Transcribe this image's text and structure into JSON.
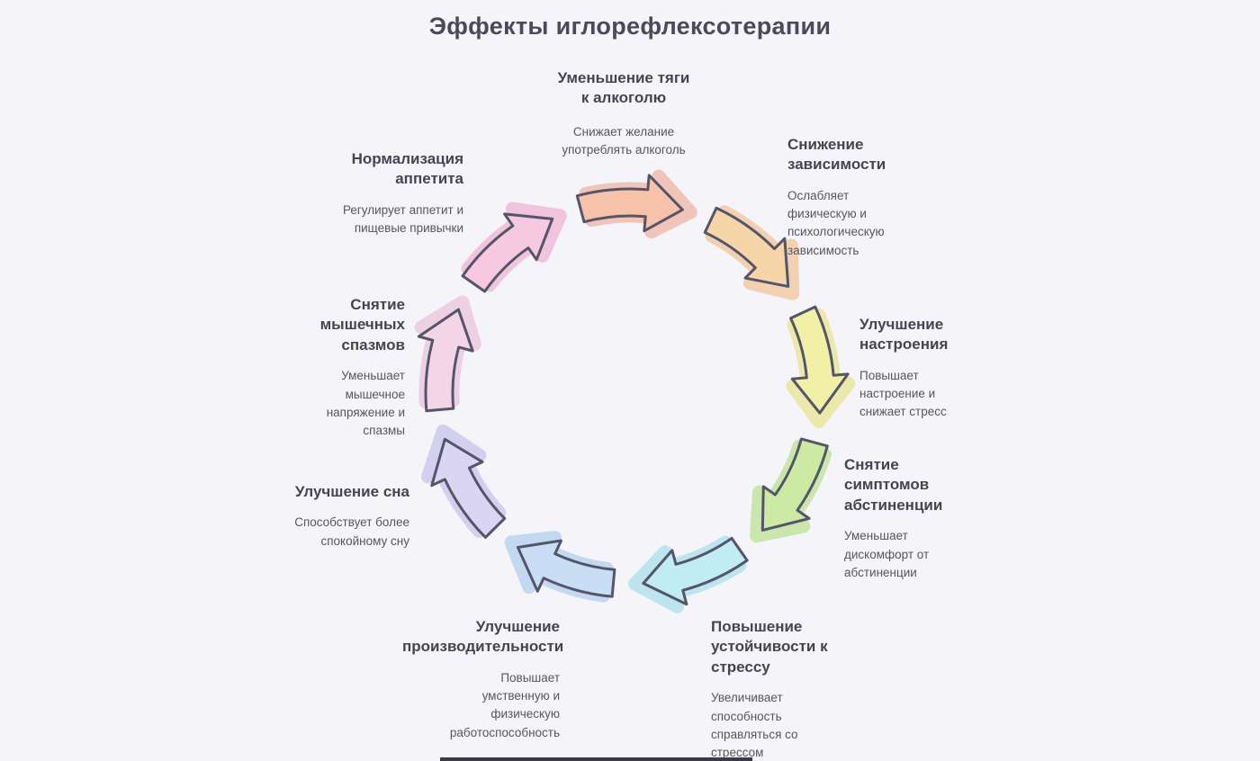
{
  "title": "Эффекты иглорефлексотерапии",
  "colors": {
    "background": "#f4f4f9",
    "heading_text": "#45454f",
    "body_text": "#56565f",
    "arrow_outline": "#55556a"
  },
  "nodes": [
    {
      "id": "alcohol-craving",
      "heading": "Уменьшение тяги к алкоголю",
      "body": "Снижает желание употреблять алкоголь"
    },
    {
      "id": "dependence-reduction",
      "heading": "Снижение зависимости",
      "body": "Ослабляет физическую и психологическую зависимость"
    },
    {
      "id": "mood-improvement",
      "heading": "Улучшение настроения",
      "body": "Повышает настроение и снижает стресс"
    },
    {
      "id": "withdrawal-relief",
      "heading": "Снятие симптомов абстиненции",
      "body": "Уменьшает дискомфорт от абстиненции"
    },
    {
      "id": "stress-resistance",
      "heading": "Повышение устойчивости к стрессу",
      "body": "Увеличивает способность справляться со стрессом"
    },
    {
      "id": "productivity",
      "heading": "Улучшение производительности",
      "body": "Повышает умственную и физическую работоспособность"
    },
    {
      "id": "sleep-improvement",
      "heading": "Улучшение сна",
      "body": "Способствует более спокойному сну"
    },
    {
      "id": "muscle-spasm-relief",
      "heading": "Снятие мышечных спазмов",
      "body": "Уменьшает мышечное напряжение и спазмы"
    },
    {
      "id": "appetite-normalization",
      "heading": "Нормализация аппетита",
      "body": "Регулирует аппетит и пищевые привычки"
    }
  ],
  "arrows": [
    {
      "name": "cycle-arrow-top",
      "angle": 0,
      "glow": "#ee9d83",
      "fill": "#f6c3aa"
    },
    {
      "name": "cycle-arrow-upper-right",
      "angle": 40,
      "glow": "#efb577",
      "fill": "#f6d5a8"
    },
    {
      "name": "cycle-arrow-right",
      "angle": 80,
      "glow": "#e6e06c",
      "fill": "#f2efa6"
    },
    {
      "name": "cycle-arrow-lower-right",
      "angle": 120,
      "glow": "#a9dc70",
      "fill": "#cdeaa5"
    },
    {
      "name": "cycle-arrow-bottom",
      "angle": 160,
      "glow": "#8fd9e8",
      "fill": "#c2ecf4"
    },
    {
      "name": "cycle-arrow-bottom-left",
      "angle": 200,
      "glow": "#9cc3ec",
      "fill": "#c8def5"
    },
    {
      "name": "cycle-arrow-left",
      "angle": 240,
      "glow": "#b9b2e8",
      "fill": "#d9d5f3"
    },
    {
      "name": "cycle-arrow-upper-left",
      "angle": 280,
      "glow": "#e8b5d2",
      "fill": "#f3d5e5"
    },
    {
      "name": "cycle-arrow-top-left",
      "angle": 320,
      "glow": "#ec9ec6",
      "fill": "#f6c9e0"
    }
  ]
}
